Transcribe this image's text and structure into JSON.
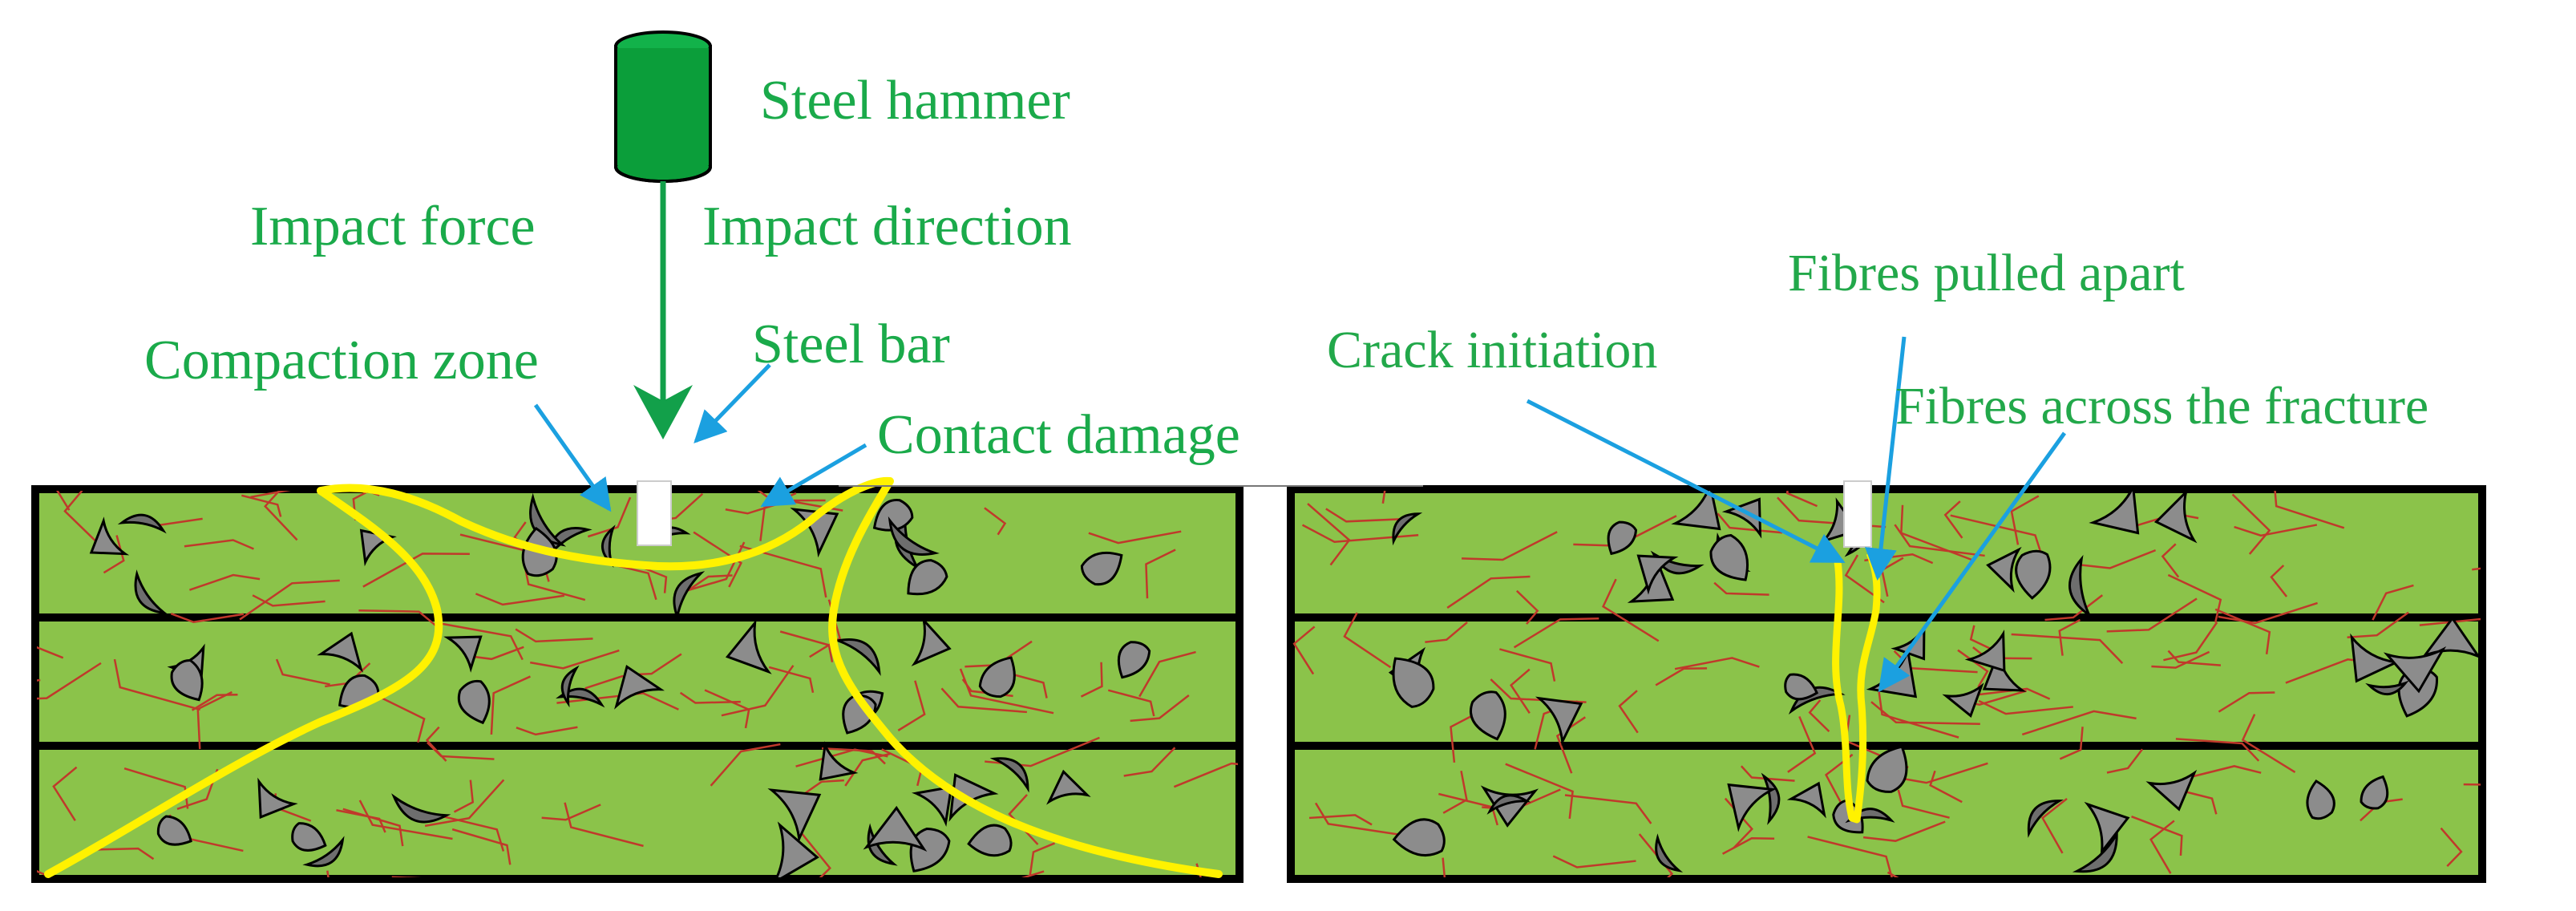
{
  "labels": {
    "steel_hammer": "Steel hammer",
    "impact_force": "Impact force",
    "impact_direction": "Impact direction",
    "compaction_zone": "Compaction zone",
    "steel_bar": "Steel bar",
    "contact_damage": "Contact damage",
    "crack_initiation": "Crack initiation",
    "fibres_pulled_apart": "Fibres pulled apart",
    "fibres_across_fracture": "Fibres across the fracture"
  },
  "colors": {
    "matrix": "#8bc34a",
    "aggregate": "#8c8c8c",
    "fibre": "#c0392b",
    "crack": "#fff200",
    "hammer": "#0b9e3a",
    "arrow_green": "#12a04a",
    "pointer_blue": "#1ba0e0",
    "label_green": "#1aaa4a"
  }
}
